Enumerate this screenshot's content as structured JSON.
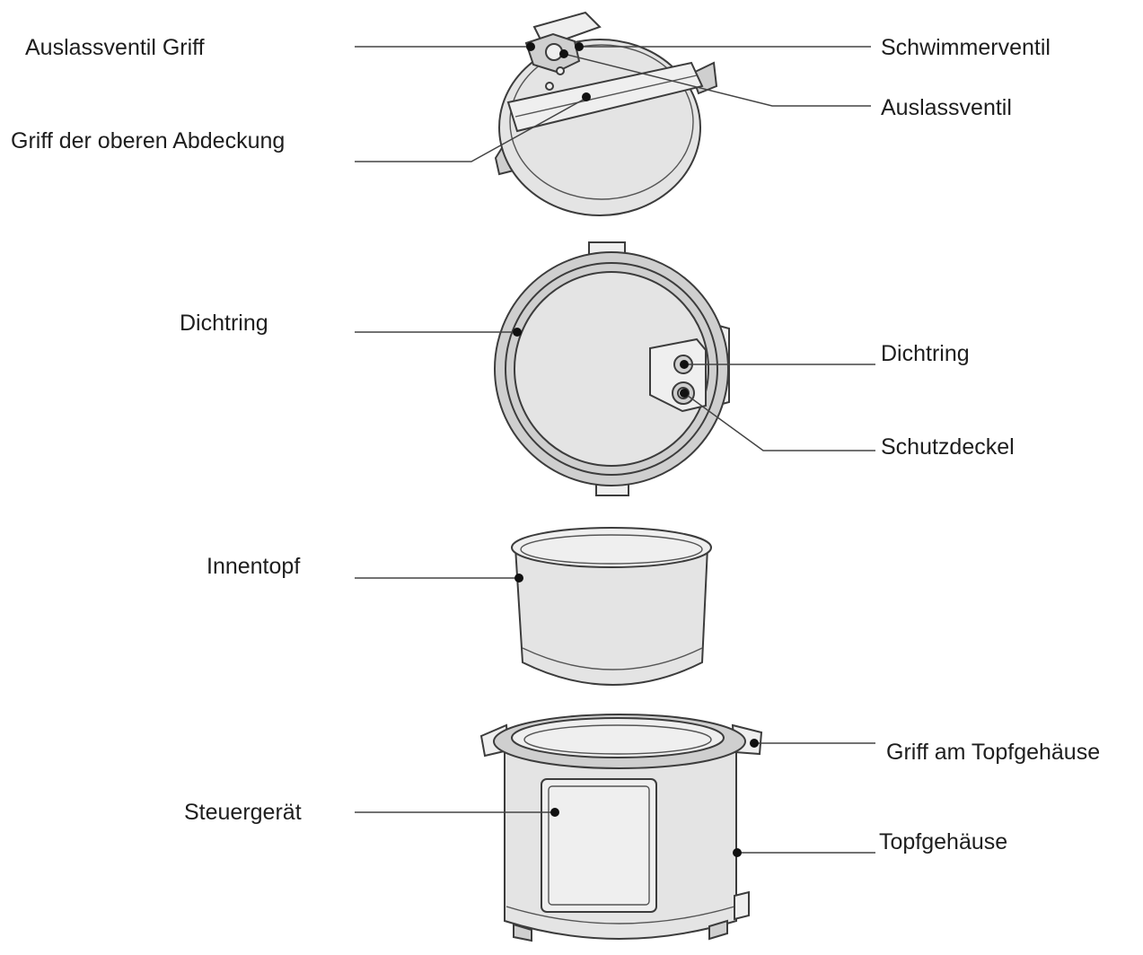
{
  "diagram": {
    "labels": {
      "lid_top_valve_handle": "Auslassventil Griff",
      "lid_top_float_valve": "Schwimmerventil",
      "lid_top_exhaust_valve": "Auslassventil",
      "lid_top_cover_handle": "Griff der oberen Abdeckung",
      "lid_bottom_seal_ring_left": "Dichtring",
      "lid_bottom_seal_ring_right": "Dichtring",
      "lid_bottom_protective_cap": "Schutzdeckel",
      "inner_pot": "Innentopf",
      "housing_handle": "Griff am Topfgehäuse",
      "control_unit": "Steuergerät",
      "housing": "Topfgehäuse"
    }
  }
}
